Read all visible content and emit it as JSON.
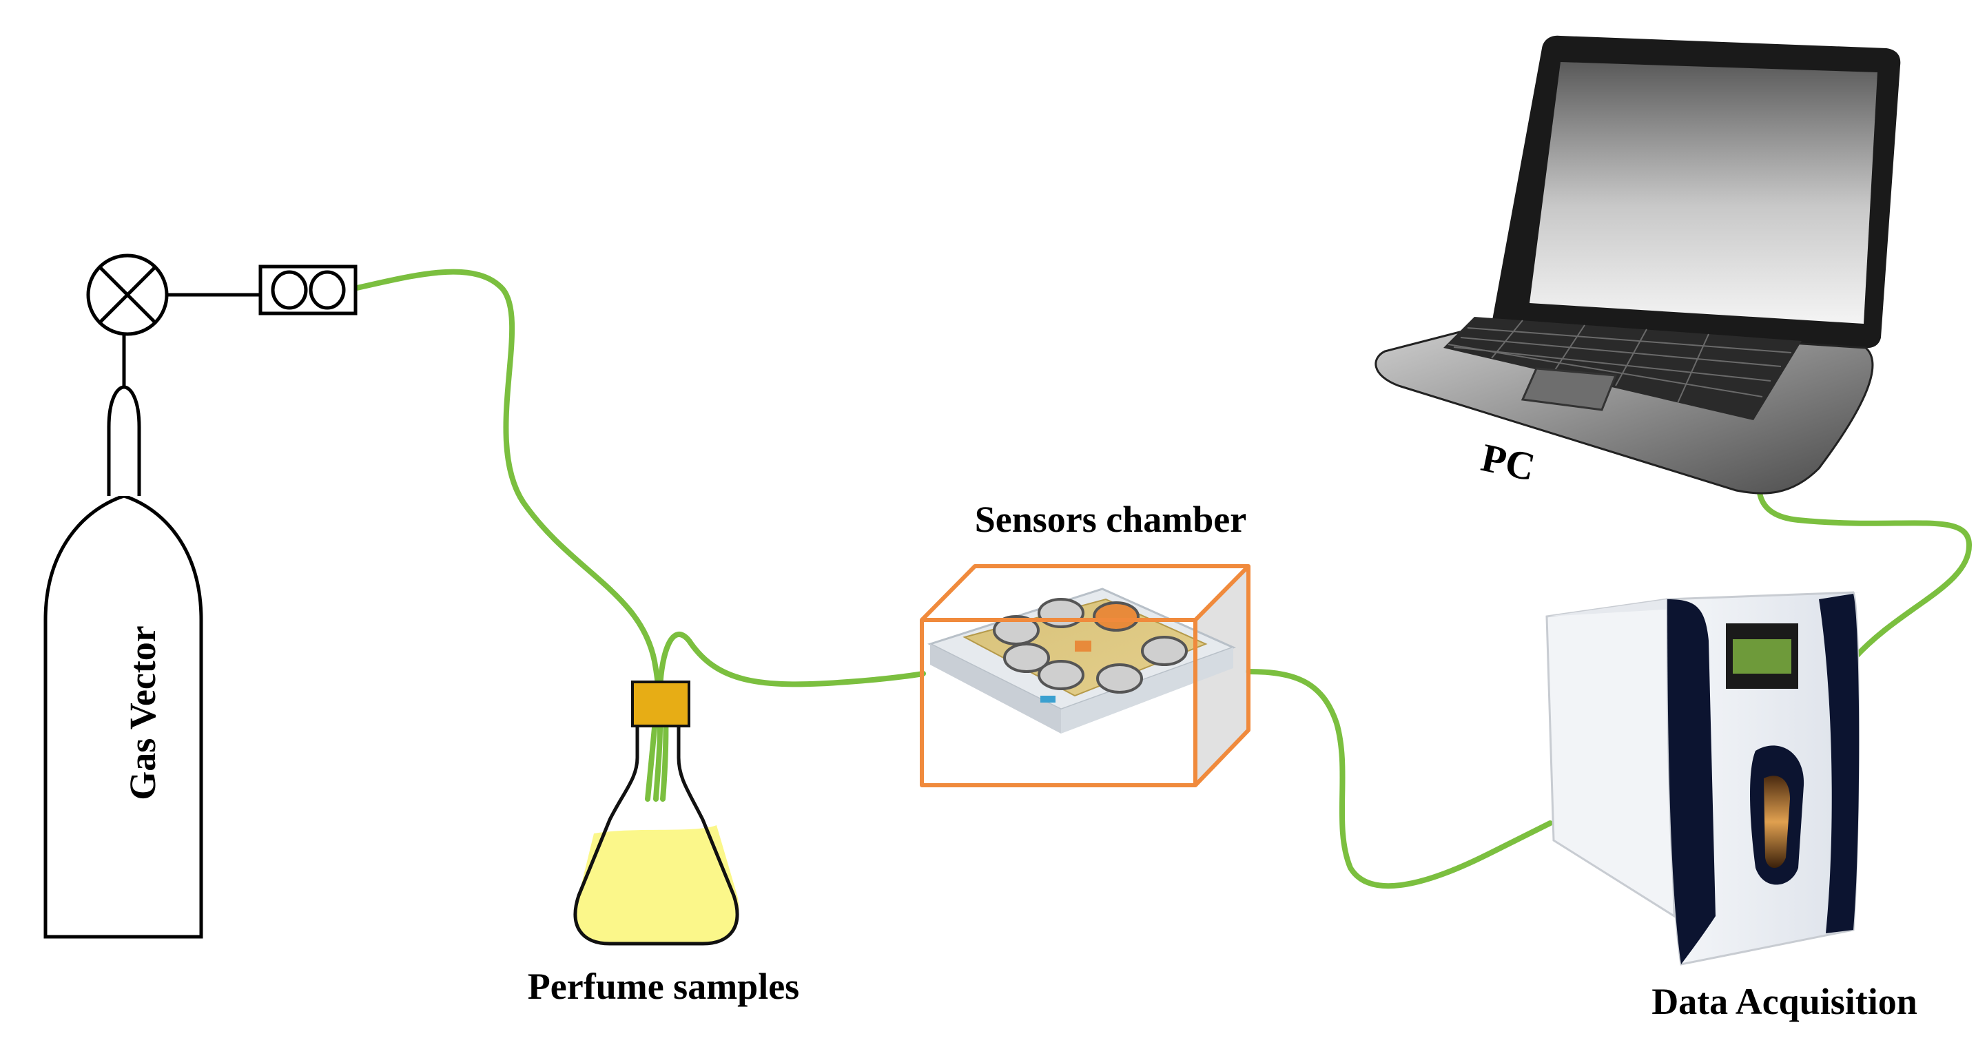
{
  "labels": {
    "gas_vector": "Gas Vector",
    "perfume_samples": "Perfume samples",
    "sensors_chamber": "Sensors chamber",
    "pc": "PC",
    "data_acquisition": "Data Acquisition"
  },
  "colors": {
    "tube": "#7bbf3f",
    "chamber_outline": "#f08a3c",
    "liquid": "#fbf78a",
    "stopper": "#e7ad15",
    "line": "#000000"
  },
  "icons": {
    "valve": "valve-icon",
    "flowmeter": "flowmeter-icon",
    "cylinder": "gas-cylinder-icon",
    "flask": "erlenmeyer-flask-icon",
    "laptop": "laptop-icon",
    "acquisition_unit": "data-acquisition-unit-icon"
  }
}
